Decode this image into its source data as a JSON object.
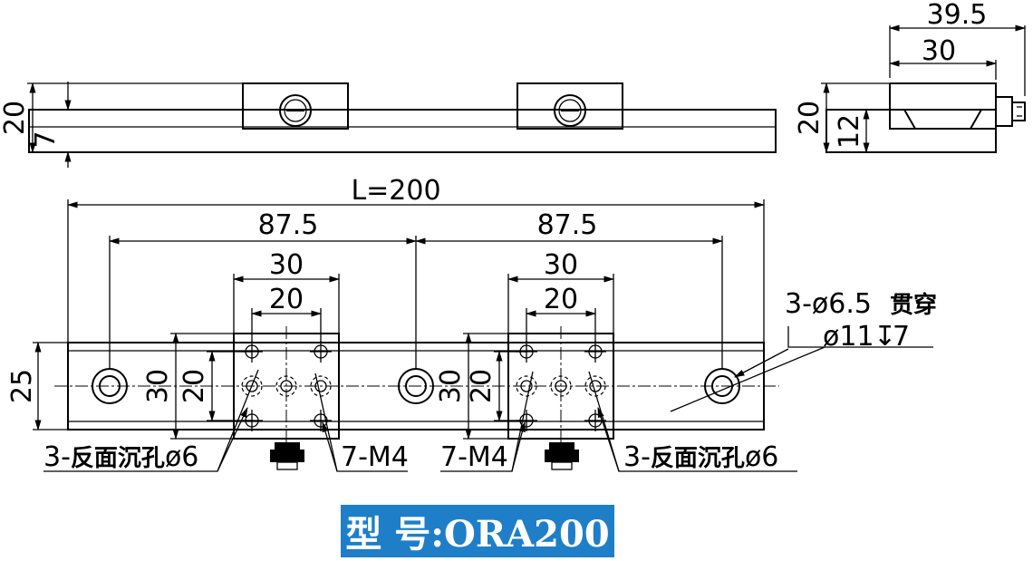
{
  "colors": {
    "line": "#000000",
    "banner_bg": "#1e7fc8",
    "banner_text": "#ffffff"
  },
  "side_view": {
    "height_dim": "20",
    "rail_dim": "7"
  },
  "end_view": {
    "outer_width": "39.5",
    "width": "30",
    "height": "20",
    "rail_height": "12"
  },
  "top_view": {
    "length": "L=200",
    "pitch_left": "87.5",
    "pitch_right": "87.5",
    "carriage_width": "30",
    "hole_spacing": "20",
    "rail_width": "25",
    "carriage_height": "30",
    "hole_height": "20",
    "through_hole_label": "3-ø6.5",
    "through_hole_note": "贯穿",
    "counterbore_spec": "ø11",
    "counterbore_depth": "7",
    "counterbore_left": "3-",
    "counterbore_left_b": "反面沉孔",
    "counterbore_left_c": "ø6",
    "tapped_left": "7-M4",
    "tapped_right": "7-M4",
    "counterbore_right": "3-",
    "counterbore_right_b": "反面沉孔",
    "counterbore_right_c": "ø6"
  },
  "model": {
    "label": "型 号:ORA200"
  }
}
